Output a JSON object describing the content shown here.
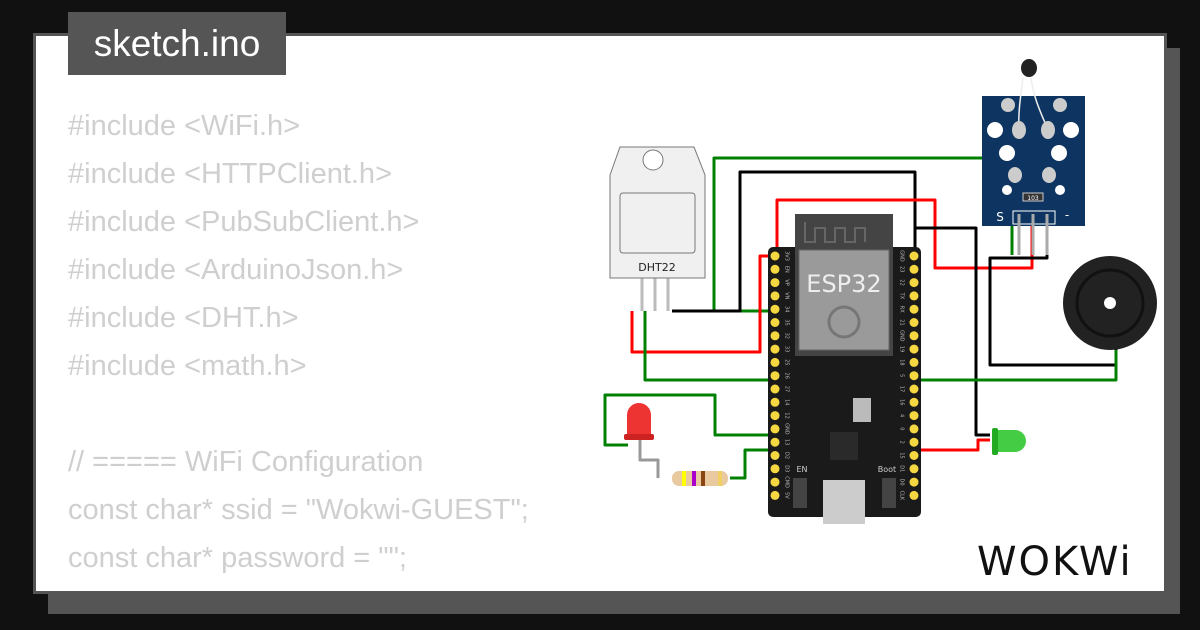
{
  "tab": {
    "filename": "sketch.ino"
  },
  "code_lines": [
    "#include <WiFi.h>",
    "#include <HTTPClient.h>",
    "#include <PubSubClient.h>",
    "#include <ArduinoJson.h>",
    "#include <DHT.h>",
    "#include <math.h>",
    "",
    "// ===== WiFi Configuration",
    "const char* ssid = \"Wokwi-GUEST\";",
    "const char* password = \"\";"
  ],
  "components": {
    "dht_label": "DHT22",
    "esp32_label": "ESP32",
    "esp32_en": "EN",
    "esp32_boot": "Boot",
    "esp32_left_pins": [
      "3V3",
      "EN",
      "VP",
      "VN",
      "34",
      "35",
      "32",
      "33",
      "25",
      "26",
      "27",
      "14",
      "12",
      "GND",
      "13",
      "D2",
      "D3",
      "CMD",
      "5V"
    ],
    "esp32_right_pins": [
      "GND",
      "23",
      "22",
      "TX",
      "RX",
      "21",
      "GND",
      "19",
      "18",
      "5",
      "17",
      "16",
      "4",
      "0",
      "2",
      "15",
      "D1",
      "D0",
      "CLK"
    ],
    "ntc_resistor": "103",
    "ntc_s": "S",
    "ntc_minus": "-"
  },
  "logo": "WOKWI",
  "colors": {
    "wire_green": "#008000",
    "wire_red": "#ff0000",
    "wire_black": "#000000",
    "board": "#1a1a1a",
    "pin": "#f5d742",
    "module": "#0e3561"
  }
}
